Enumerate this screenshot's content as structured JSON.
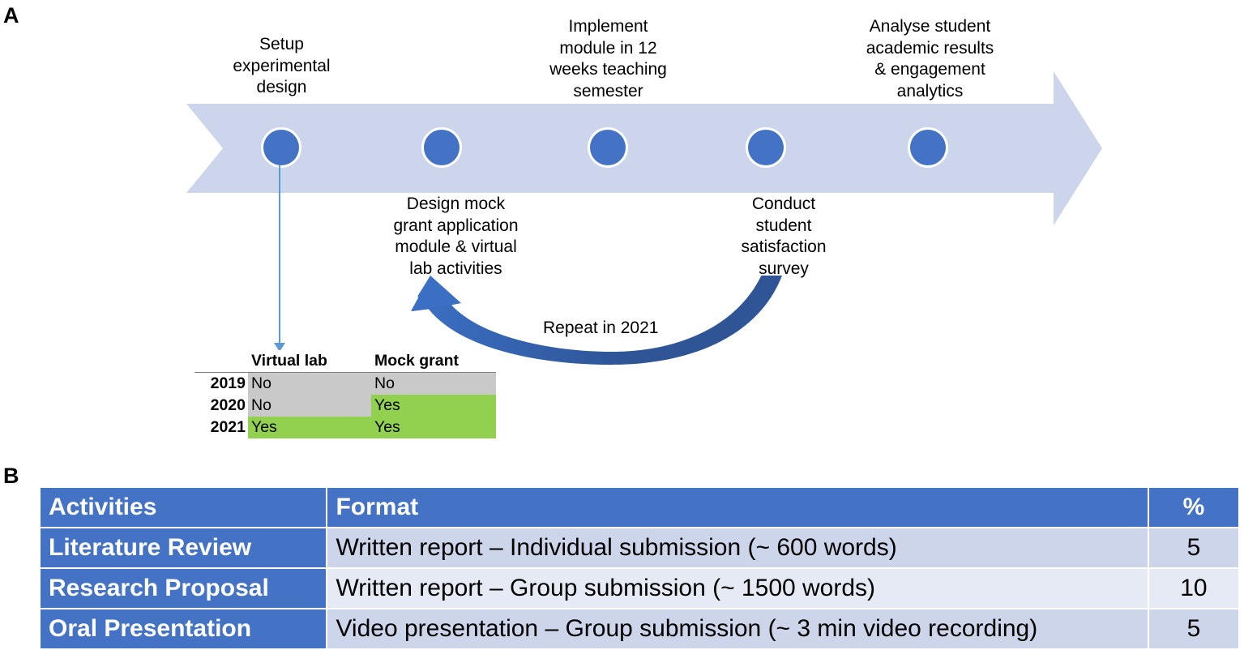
{
  "panels": {
    "a_label": "A",
    "b_label": "B"
  },
  "timeline": {
    "milestones": [
      {
        "id": "setup",
        "label": "Setup\nexperimental\ndesign",
        "position": "above"
      },
      {
        "id": "design-mock-grant",
        "label": "Design mock\ngrant application\nmodule & virtual\nlab activities",
        "position": "below"
      },
      {
        "id": "implement-module",
        "label": "Implement\nmodule in 12\nweeks teaching\nsemester",
        "position": "above"
      },
      {
        "id": "conduct-survey",
        "label": "Conduct\nstudent\nsatisfaction\nsurvey",
        "position": "below"
      },
      {
        "id": "analyse-results",
        "label": "Analyse student\nacademic results\n& engagement\nanalytics",
        "position": "above"
      }
    ],
    "labels": {
      "setup": "Setup experimental design",
      "design": "Design mock grant application module & virtual lab activities",
      "implement": "Implement module in 12 weeks teaching semester",
      "survey": "Conduct student satisfaction survey",
      "analyse": "Analyse student academic results & engagement analytics"
    },
    "label_lines": {
      "setup": [
        "Setup",
        "experimental",
        "design"
      ],
      "design": [
        "Design mock",
        "grant application",
        "module & virtual",
        "lab activities"
      ],
      "implement": [
        "Implement",
        "module in 12",
        "weeks teaching",
        "semester"
      ],
      "survey": [
        "Conduct",
        "student",
        "satisfaction",
        "survey"
      ],
      "analyse": [
        "Analyse student",
        "academic results",
        "& engagement",
        "analytics"
      ]
    },
    "repeat_arrow_label": "Repeat in 2021",
    "colors": {
      "arrow_band": "#CCD5EC",
      "milestone_dot": "#4472C4",
      "repeat_arrow": "#2F5597",
      "connector": "#5B9BD5"
    }
  },
  "mini_table": {
    "corner": "",
    "columns": [
      "Virtual lab",
      "Mock grant"
    ],
    "rows": [
      {
        "year": "2019",
        "virtual_lab": "No",
        "mock_grant": "No",
        "virtual_lab_state": "no",
        "mock_grant_state": "no"
      },
      {
        "year": "2020",
        "virtual_lab": "No",
        "mock_grant": "Yes",
        "virtual_lab_state": "no",
        "mock_grant_state": "yes"
      },
      {
        "year": "2021",
        "virtual_lab": "Yes",
        "mock_grant": "Yes",
        "virtual_lab_state": "yes",
        "mock_grant_state": "yes"
      }
    ],
    "colors": {
      "no": "#C9C9C9",
      "yes": "#92D050"
    }
  },
  "activities_table": {
    "headers": [
      "Activities",
      "Format",
      "%"
    ],
    "rows": [
      {
        "activity": "Literature Review",
        "format": "Written report – Individual submission (~ 600 words)",
        "percent": "5"
      },
      {
        "activity": "Research Proposal",
        "format": "Written report – Group submission (~ 1500 words)",
        "percent": "10"
      },
      {
        "activity": "Oral Presentation",
        "format": "Video presentation – Group submission (~ 3 min video recording)",
        "percent": "5"
      }
    ],
    "colors": {
      "header": "#4472C4",
      "row_shade_dark": "#CDD5EA",
      "row_shade_light": "#E6EAF5"
    }
  }
}
